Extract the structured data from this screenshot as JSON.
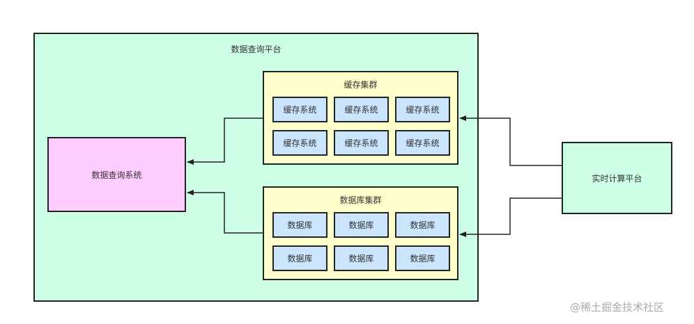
{
  "platform": {
    "title": "数据查询平台"
  },
  "query_system": {
    "label": "数据查询系统"
  },
  "cache_cluster": {
    "title": "缓存集群",
    "nodes": [
      "缓存系统",
      "缓存系统",
      "缓存系统",
      "缓存系统",
      "缓存系统",
      "缓存系统"
    ]
  },
  "db_cluster": {
    "title": "数据库集群",
    "nodes": [
      "数据库",
      "数据库",
      "数据库",
      "数据库",
      "数据库",
      "数据库"
    ]
  },
  "realtime": {
    "label": "实时计算平台"
  },
  "watermark": "@稀土掘金技术社区",
  "colors": {
    "platform": "#ccffe6",
    "cluster": "#ffffcc",
    "node": "#cce5ff",
    "query": "#ffccff"
  }
}
